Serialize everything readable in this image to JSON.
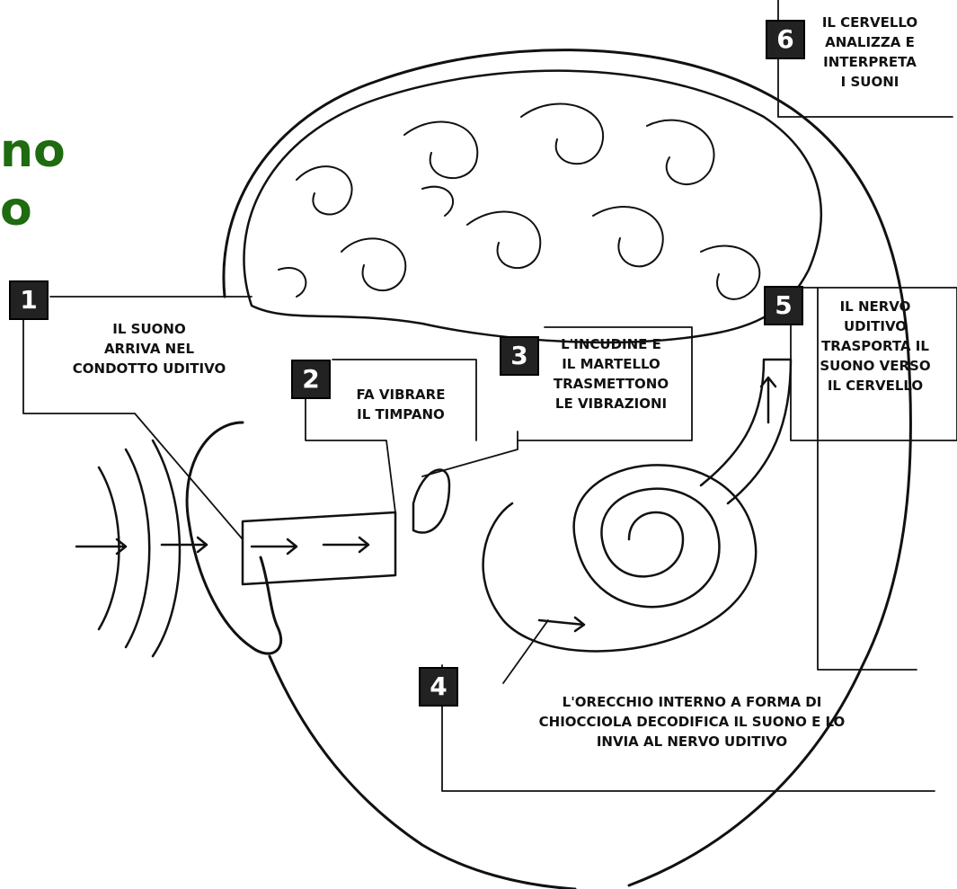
{
  "title_fragment": {
    "line1": "no",
    "line2": "o",
    "color": "#1e6b10"
  },
  "steps": [
    {
      "number": "1",
      "text": [
        "IL SUONO",
        "ARRIVA NEL",
        "CONDOTTO UDITIVO"
      ]
    },
    {
      "number": "2",
      "text": [
        "FA VIBRARE",
        "IL TIMPANO"
      ]
    },
    {
      "number": "3",
      "text": [
        "L'INCUDINE E",
        "IL MARTELLO",
        "TRASMETTONO",
        "LE VIBRAZIONI"
      ]
    },
    {
      "number": "4",
      "text": [
        "L'ORECCHIO INTERNO A FORMA DI",
        "CHIOCCIOLA DECODIFICA IL SUONO E LO",
        "INVIA AL NERVO UDITIVO"
      ]
    },
    {
      "number": "5",
      "text": [
        "IL NERVO",
        "UDITIVO",
        "TRASPORTA IL",
        "SUONO VERSO",
        "IL CERVELLO"
      ]
    },
    {
      "number": "6",
      "text": [
        "IL CERVELLO",
        "ANALIZZA E",
        "INTERPRETA",
        "I SUONI"
      ]
    }
  ]
}
